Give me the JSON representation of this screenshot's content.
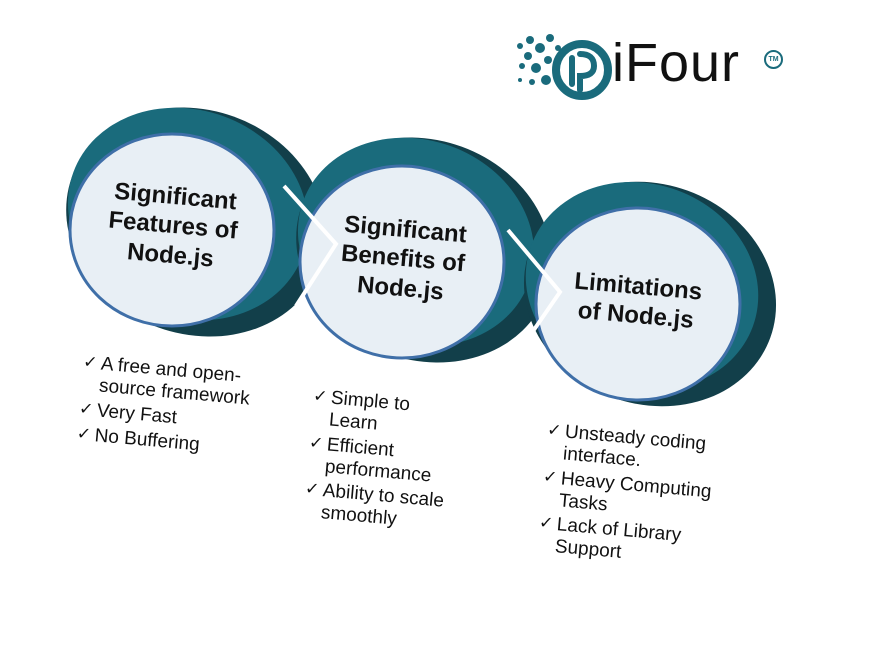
{
  "brand": {
    "name": "iFour",
    "tm": "TM",
    "accent": "#1a6b7c"
  },
  "colors": {
    "ring": "#1a6b7c",
    "ring_dark": "#123f4a",
    "circle_fill": "#e8eff5",
    "circle_border": "#3f6fa8",
    "connector": "#ffffff"
  },
  "stages": [
    {
      "title_lines": [
        "Significant",
        "Features of",
        "Node.js"
      ],
      "items": [
        "A free and open-source framework",
        "Very Fast",
        "No Buffering"
      ]
    },
    {
      "title_lines": [
        "Significant",
        "Benefits of",
        "Node.js"
      ],
      "items": [
        "Simple to Learn",
        "Efficient performance",
        "Ability to scale smoothly"
      ]
    },
    {
      "title_lines": [
        "Limitations",
        "of Node.js"
      ],
      "items": [
        "Unsteady coding interface.",
        "Heavy Computing Tasks",
        "Lack of Library Support"
      ]
    }
  ],
  "check_glyph": "✓"
}
